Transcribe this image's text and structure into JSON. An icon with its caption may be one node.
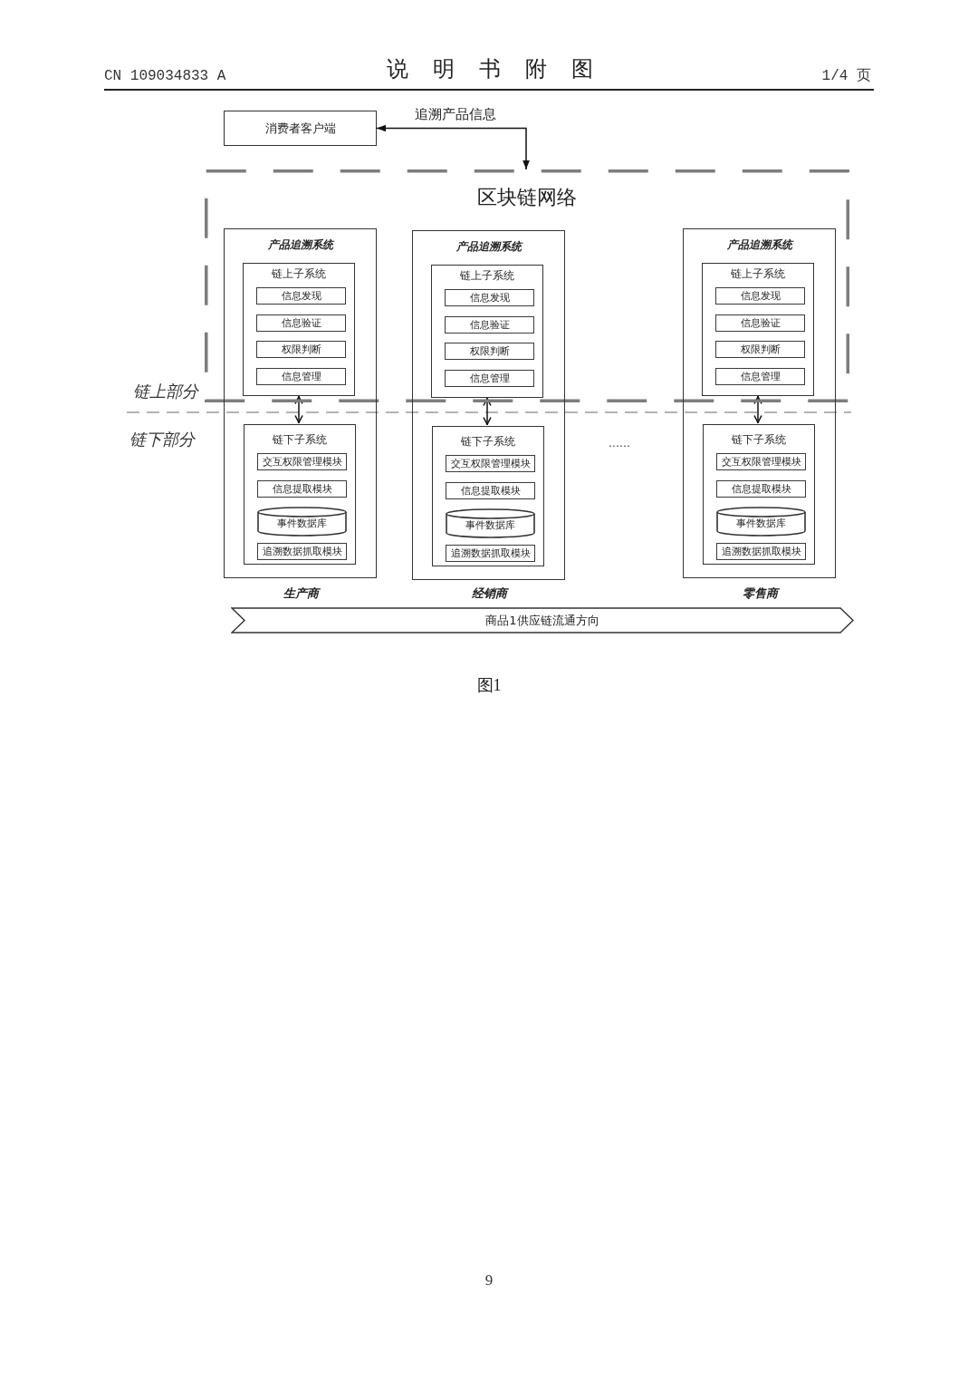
{
  "diagram": {
    "title": "说明书附图",
    "caption": "图1",
    "nodes": [
      {
        "text": [
          "消费者客户端"
        ]
      },
      {
        "text": [
          "区块链网络"
        ]
      },
      {
        "text": [
          "产品追溯系统"
        ],
        "beside": [
          "生产商"
        ]
      },
      {
        "text": [
          "链上子系统"
        ]
      },
      {
        "text": [
          "信息发现"
        ],
        "in": 3
      },
      {
        "text": [
          "信息验证"
        ],
        "in": 3
      },
      {
        "text": [
          "权限判断"
        ],
        "in": 3
      },
      {
        "text": [
          "信息管理"
        ],
        "in": 3
      },
      {
        "text": [
          "链下子系统"
        ],
        "in": 2
      },
      {
        "text": [
          "交互权限管理模块"
        ],
        "in": 8
      },
      {
        "text": [
          "信息提取模块"
        ],
        "in": 8
      },
      {
        "text": [
          "事件数据库"
        ],
        "in": 8
      },
      {
        "text": [
          "追溯数据抓取模块"
        ],
        "in": 8
      },
      {
        "text": [
          "产品追溯系统"
        ],
        "beside": [
          "经销商"
        ]
      },
      {
        "text": [
          "链上子系统"
        ]
      },
      {
        "text": [
          "信息发现"
        ],
        "in": 14
      },
      {
        "text": [
          "信息验证"
        ],
        "in": 14
      },
      {
        "text": [
          "权限判断"
        ],
        "in": 14
      },
      {
        "text": [
          "信息管理"
        ],
        "in": 14
      },
      {
        "text": [
          "链下子系统"
        ],
        "in": 13
      },
      {
        "text": [
          "交互权限管理模块"
        ],
        "in": 19
      },
      {
        "text": [
          "信息提取模块"
        ],
        "in": 19
      },
      {
        "text": [
          "事件数据库"
        ],
        "in": 19
      },
      {
        "text": [
          "追溯数据抓取模块"
        ],
        "in": 19
      },
      {
        "text": [
          "产品追溯系统"
        ],
        "beside": [
          "零售商"
        ]
      },
      {
        "text": [
          "链上子系统"
        ]
      },
      {
        "text": [
          "信息发现"
        ],
        "in": 25
      },
      {
        "text": [
          "信息验证"
        ],
        "in": 25
      },
      {
        "text": [
          "权限判断"
        ],
        "in": 25
      },
      {
        "text": [
          "信息管理"
        ],
        "in": 25
      },
      {
        "text": [
          "链下子系统"
        ],
        "in": 24
      },
      {
        "text": [
          "交互权限管理模块"
        ],
        "in": 30
      },
      {
        "text": [
          "信息提取模块"
        ],
        "in": 30
      },
      {
        "text": [
          "事件数据库"
        ],
        "in": 30
      },
      {
        "text": [
          "追溯数据抓取模块"
        ],
        "in": 30
      },
      {
        "text": [
          "商品1供应链流通方向"
        ]
      }
    ],
    "edges": [
      {
        "from": 0,
        "to": 1,
        "arrow": "both",
        "label": "追溯产品信息"
      },
      {
        "from": 3,
        "to": 8,
        "arrow": "both"
      },
      {
        "from": 14,
        "to": 19,
        "arrow": "both"
      },
      {
        "from": 25,
        "to": 30,
        "arrow": "both"
      }
    ],
    "labels": [
      "CN 109034833 A",
      "1/4 页",
      "链上部分",
      "链下部分",
      "……",
      "9"
    ]
  }
}
